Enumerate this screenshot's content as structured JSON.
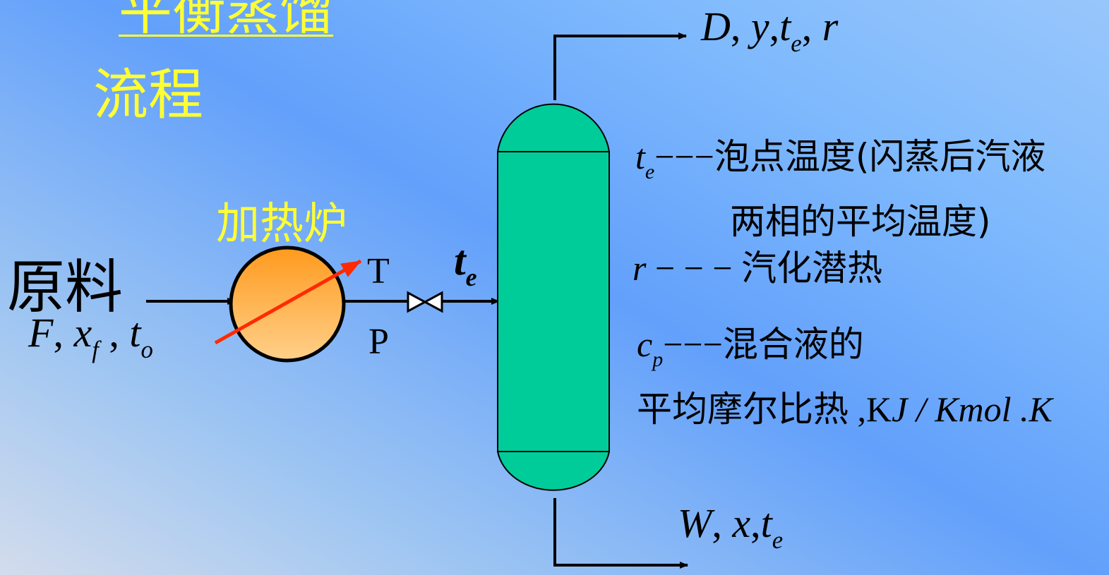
{
  "title": "平衡蒸馏",
  "subtitle": "流程",
  "heater_label": "加热炉",
  "feed": {
    "label": "原料",
    "symbols": {
      "F": "F",
      "x": "x",
      "x_sub": "f",
      "t": "t",
      "t_sub": "o"
    }
  },
  "heater_outlet": {
    "T": "T",
    "P": "P"
  },
  "column_inlet": {
    "t": "t",
    "t_sub": "e"
  },
  "top_product": {
    "D": "D",
    "y": "y",
    "t": "t",
    "t_sub": "e",
    "r": "r"
  },
  "bottom_product": {
    "W": "W",
    "x": "x",
    "t": "t",
    "t_sub": "e"
  },
  "definitions": {
    "te": {
      "symbol": "t",
      "sub": "e",
      "dash": "−−−",
      "text": "泡点温度(闪蒸后汽液",
      "text2": "两相的平均温度)"
    },
    "r": {
      "symbol": "r",
      "dash": " − − − ",
      "text": "汽化潜热"
    },
    "cp": {
      "symbol": "c",
      "sub": "p",
      "dash": "−−−",
      "text": "混合液的",
      "text2": "平均摩尔比热",
      "unit_prefix": " ,K",
      "unit_J": "J",
      "unit_rest": " / Kmol .K"
    }
  },
  "colors": {
    "column_fill": "#00cc99",
    "heater_top": "#ff9a1e",
    "heater_bottom": "#ffd08a",
    "heating_arrow": "#ff2a00",
    "label_yellow": "#ffff33"
  }
}
